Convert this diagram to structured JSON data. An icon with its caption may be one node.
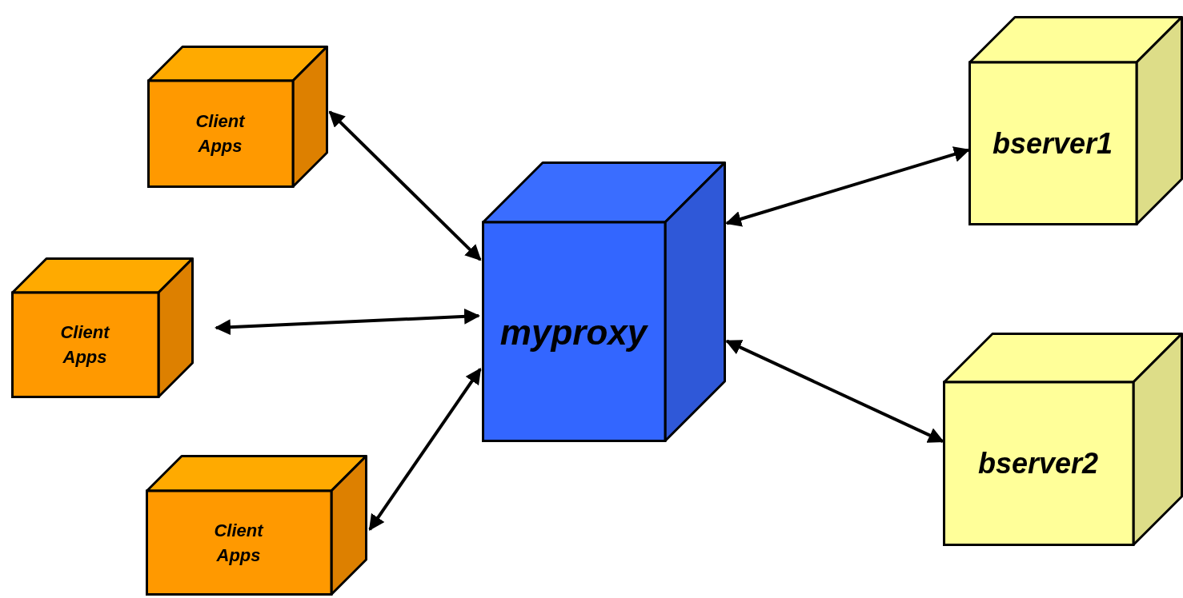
{
  "diagram": {
    "nodes": [
      {
        "text": [
          "Client Apps"
        ]
      },
      {
        "text": [
          "Client Apps"
        ]
      },
      {
        "text": [
          "Client Apps"
        ]
      },
      {
        "text": [
          "myproxy"
        ]
      },
      {
        "text": [
          "bserver1"
        ]
      },
      {
        "text": [
          "bserver2"
        ]
      }
    ],
    "edges": [
      {
        "from": 0,
        "to": 3,
        "arrow": "both"
      },
      {
        "from": 1,
        "to": 3,
        "arrow": "both"
      },
      {
        "from": 2,
        "to": 3,
        "arrow": "both"
      },
      {
        "from": 3,
        "to": 4,
        "arrow": "both"
      },
      {
        "from": 3,
        "to": 5,
        "arrow": "both"
      }
    ]
  }
}
